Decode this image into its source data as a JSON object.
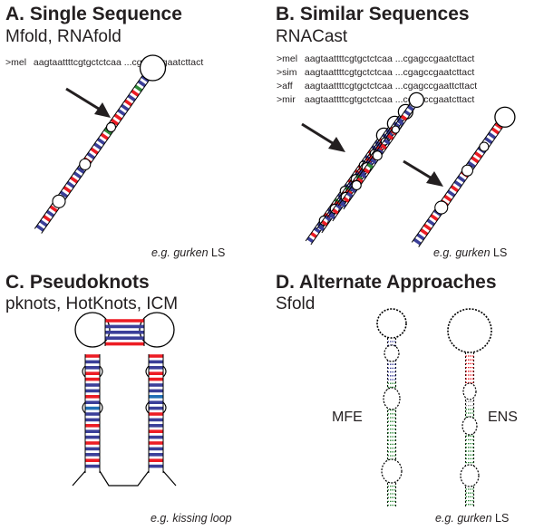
{
  "panels": {
    "a": {
      "title": "A. Single Sequence",
      "subtitle": "Mfold, RNAfold",
      "sequence": {
        "id": ">mel",
        "seq": "aagtaattttcgtgctctcaa ...cgagccgaatcttact"
      },
      "caption_prefix": "e.g.",
      "caption_italic": "gurken",
      "caption_suffix": " LS"
    },
    "b": {
      "title": "B. Similar Sequences",
      "subtitle": "RNACast",
      "sequences": [
        {
          "id": ">mel",
          "seq": "aagtaattttcgtgctctcaa ...cgagccgaatcttact"
        },
        {
          "id": ">sim",
          "seq": "aagtaattttcgtgctctcaa ...cgagccgaatcttact"
        },
        {
          "id": ">aff",
          "seq": "aagtaattttcgtgctctcaa ...cgagccgaattcttact"
        },
        {
          "id": ">mir",
          "seq": "aagtaattttcgtgctctcaa ...cgagccgaatcttact"
        }
      ],
      "caption_prefix": "e.g.",
      "caption_italic": "gurken",
      "caption_suffix": " LS"
    },
    "c": {
      "title": "C. Pseudoknots",
      "subtitle": "pknots, HotKnots, ICM",
      "caption_italic": "e.g. kissing loop"
    },
    "d": {
      "title": "D. Alternate Approaches",
      "subtitle": "Sfold",
      "label_left": "MFE",
      "label_right": "ENS",
      "caption_prefix": "e.g.",
      "caption_italic": "gurken",
      "caption_suffix": " LS"
    }
  },
  "colors": {
    "text": "#231f20",
    "pair_blue": "#3b3f99",
    "pair_red": "#ed1c24",
    "pair_green": "#2e8b3a",
    "pair_lightblue": "#1f6fb5",
    "outline": "#000000"
  }
}
